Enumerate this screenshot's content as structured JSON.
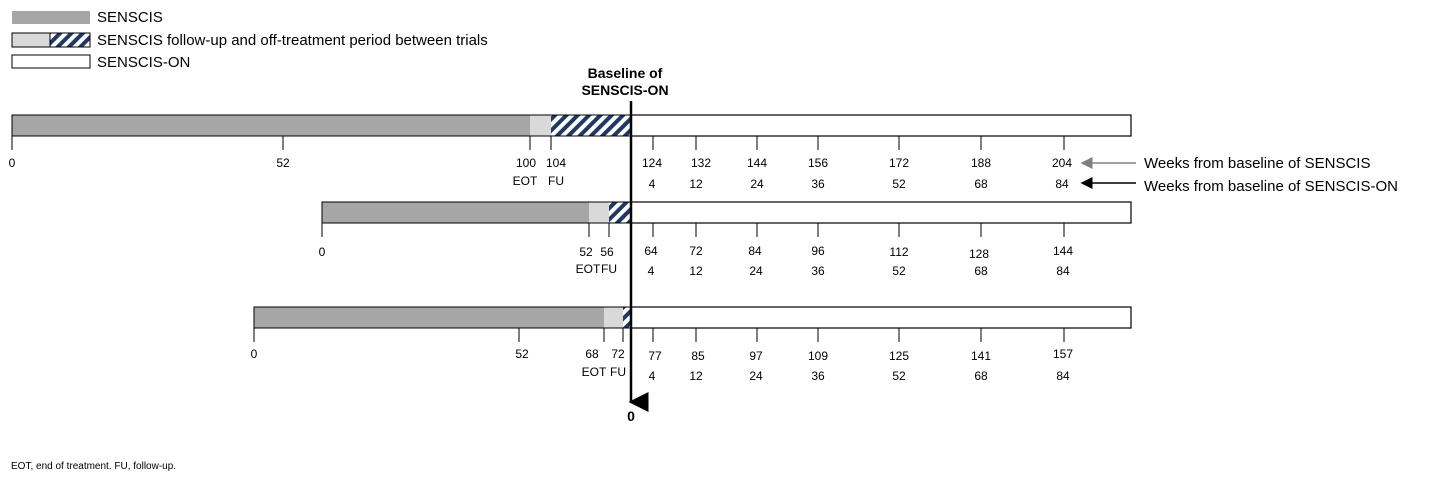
{
  "legend": {
    "senscis": "SENSCIS",
    "followup": "SENSCIS follow-up and off-treatment period between trials",
    "senscis_on": "SENSCIS-ON"
  },
  "baseline_title_line1": "Baseline of",
  "baseline_title_line2": "SENSCIS-ON",
  "baseline_zero": "0",
  "arrow_labels": {
    "senscis": "Weeks from baseline of SENSCIS",
    "senscis_on": "Weeks from baseline of SENSCIS-ON"
  },
  "footnote": "EOT, end of treatment. FU, follow-up.",
  "colors": {
    "senscis_bar": "#a6a6a6",
    "followup_bar": "#d9d9d9",
    "hatch": "#1f3864",
    "gray_arrow": "#808080"
  },
  "rows": [
    {
      "senscis_ticks": [
        "0",
        "52",
        "100",
        "104"
      ],
      "eot": "EOT",
      "fu": "FU",
      "senscis_on_weeks_senscis": [
        "124",
        "132",
        "144",
        "156",
        "172",
        "188",
        "204"
      ],
      "senscis_on_weeks": [
        "4",
        "12",
        "24",
        "36",
        "52",
        "68",
        "84"
      ]
    },
    {
      "senscis_ticks": [
        "0",
        "52",
        "56"
      ],
      "eot": "EOT",
      "fu": "FU",
      "senscis_on_weeks_senscis": [
        "64",
        "72",
        "84",
        "96",
        "112",
        "128",
        "144"
      ],
      "senscis_on_weeks": [
        "4",
        "12",
        "24",
        "36",
        "52",
        "68",
        "84"
      ]
    },
    {
      "senscis_ticks": [
        "0",
        "52",
        "68",
        "72"
      ],
      "eot": "EOT",
      "fu": "FU",
      "senscis_on_weeks_senscis": [
        "77",
        "85",
        "97",
        "109",
        "125",
        "141",
        "157"
      ],
      "senscis_on_weeks": [
        "4",
        "12",
        "24",
        "36",
        "52",
        "68",
        "84"
      ]
    }
  ]
}
